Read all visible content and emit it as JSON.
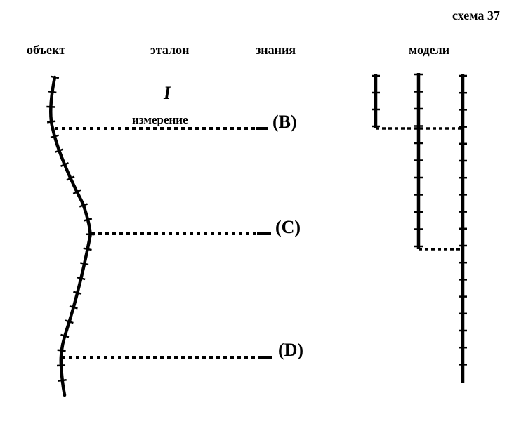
{
  "scheme_label": "схема 37",
  "headers": {
    "object": "объект",
    "standard": "эталон",
    "knowledge": "знания",
    "models": "модели"
  },
  "roman_numeral": "I",
  "measurement_label": "измерение",
  "markers": {
    "b": "(B)",
    "c": "(C)",
    "d": "(D)"
  }
}
